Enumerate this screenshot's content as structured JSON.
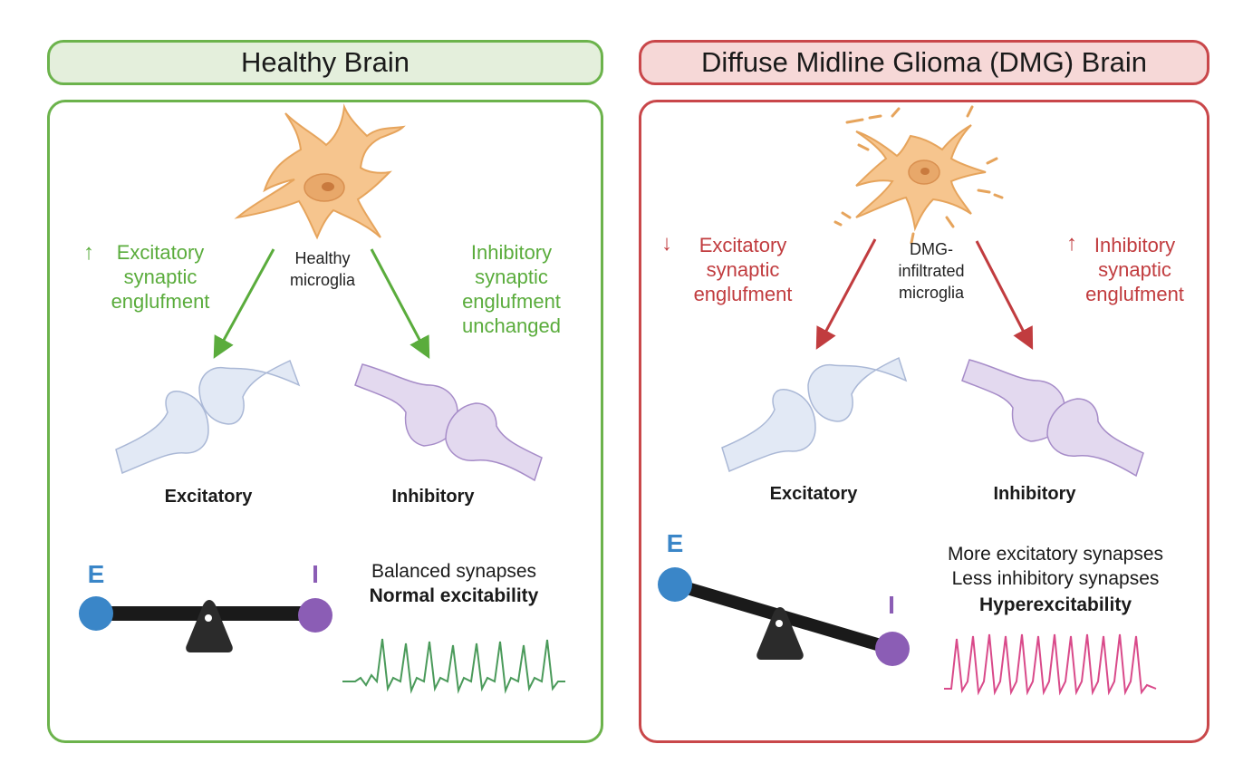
{
  "healthy": {
    "title": "Healthy Brain",
    "microglia_label": "Healthy microglia",
    "left_label": "Excitatory synaptic englufment",
    "right_label": "Inhibitory synaptic englufment unchanged",
    "excitatory": "Excitatory",
    "inhibitory": "Inhibitory",
    "e_letter": "E",
    "i_letter": "I",
    "status_line1": "Balanced synapses",
    "status_line2": "Normal excitability"
  },
  "dmg": {
    "title": "Diffuse Midline Glioma (DMG) Brain",
    "microglia_label": "DMG-infiltrated microglia",
    "left_label": "Excitatory synaptic englufment",
    "right_label": "Inhibitory synaptic englufment",
    "excitatory": "Excitatory",
    "inhibitory": "Inhibitory",
    "e_letter": "E",
    "i_letter": "I",
    "status_line1": "More excitatory synapses",
    "status_line2": "Less inhibitory synapses",
    "status_line3": "Hyperexcitability"
  },
  "colors": {
    "green": "#6cb34c",
    "red": "#c9474a",
    "e_node": "#3a86c8",
    "i_node": "#8b5db5",
    "microglia": "#f6c58e",
    "excitatory_synapse": "#e2e9f5",
    "inhibitory_synapse": "#e3d9ef",
    "trace_healthy": "#4a9a5a",
    "trace_dmg": "#d94a8a"
  },
  "icons": [
    "microglia-cell-icon",
    "synapse-icon",
    "seesaw-icon",
    "up-arrow-icon",
    "down-arrow-icon",
    "trace-icon"
  ]
}
